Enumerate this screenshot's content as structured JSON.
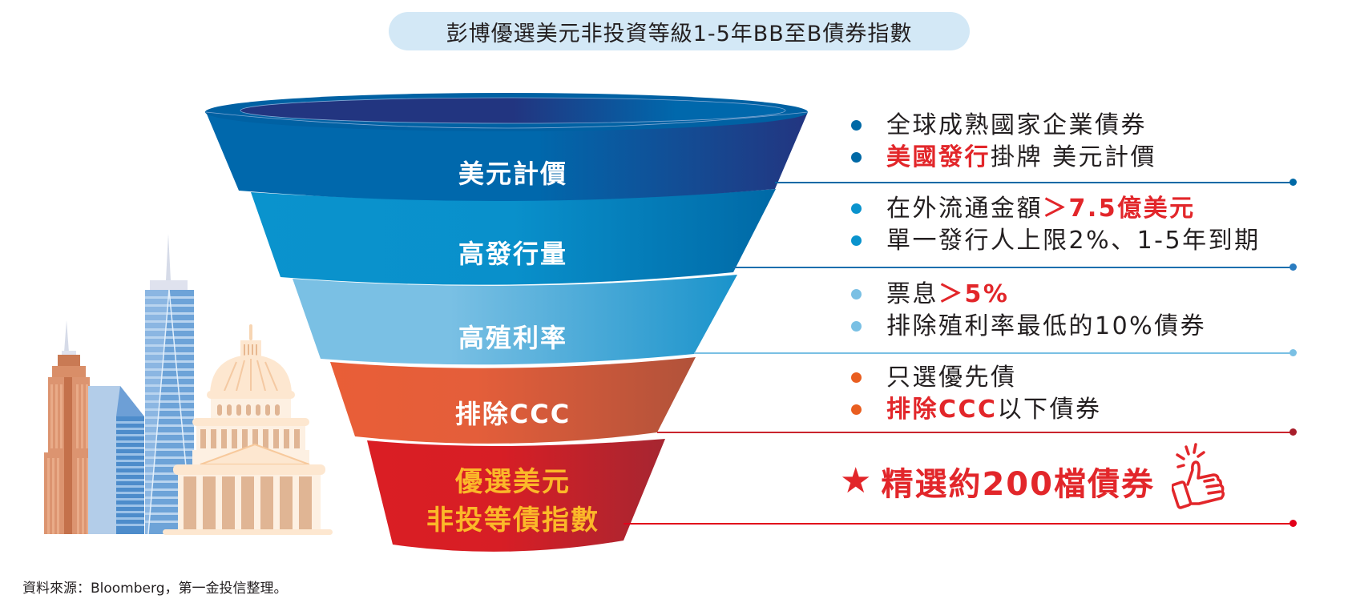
{
  "title": "彭博優選美元非投資等級1-5年BB至B債券指數",
  "funnel": {
    "bands": [
      {
        "label": "美元計價",
        "color_left": "#0068ac",
        "color_right": "#233580"
      },
      {
        "label": "高發行量",
        "color_left": "#0a93cd",
        "color_right": "#0069a6"
      },
      {
        "label": "高殖利率",
        "color_left": "#7ac0e4",
        "color_right": "#1a93cb"
      },
      {
        "label": "排除CCC",
        "color_left": "#e95e37",
        "color_right": "#b1523a"
      },
      {
        "label_line1": "優選美元",
        "label_line2": "非投等債指數",
        "color_left": "#da1e24",
        "color_right": "#a62631",
        "label_color": "#fbb829"
      }
    ]
  },
  "criteria": [
    {
      "dot_color": "#0069a6",
      "line_color": "#0069a6",
      "items": [
        {
          "plain_before": "全球成熟國家企業債券",
          "highlight": "",
          "plain_after": ""
        },
        {
          "plain_before": "",
          "highlight": "美國發行",
          "plain_after": "掛牌 美元計價"
        }
      ]
    },
    {
      "dot_color": "#0a93cd",
      "line_color": "#1a6fae",
      "items": [
        {
          "plain_before": "在外流通金額",
          "highlight": "＞7.5億美元",
          "plain_after": ""
        },
        {
          "plain_before": "單一發行人上限2%、1-5年到期",
          "highlight": "",
          "plain_after": ""
        }
      ]
    },
    {
      "dot_color": "#7ac0e4",
      "line_color": "#7ac0e4",
      "items": [
        {
          "plain_before": "票息",
          "highlight": "＞5%",
          "plain_after": ""
        },
        {
          "plain_before": "排除殖利率最低的10%債券",
          "highlight": "",
          "plain_after": ""
        }
      ]
    },
    {
      "dot_color": "#e95e20",
      "line_color": "#c9242d",
      "items": [
        {
          "plain_before": "只選優先債",
          "highlight": "",
          "plain_after": ""
        },
        {
          "plain_before": "",
          "highlight": "排除CCC",
          "plain_after": "以下債券"
        }
      ]
    }
  ],
  "highlight": {
    "star_icon": "★",
    "text": "精選約200檔債券",
    "icon": "thumbs-up-icon",
    "line_color": "#e2001a"
  },
  "footer": "資料來源：Bloomberg，第一金投信整理。"
}
